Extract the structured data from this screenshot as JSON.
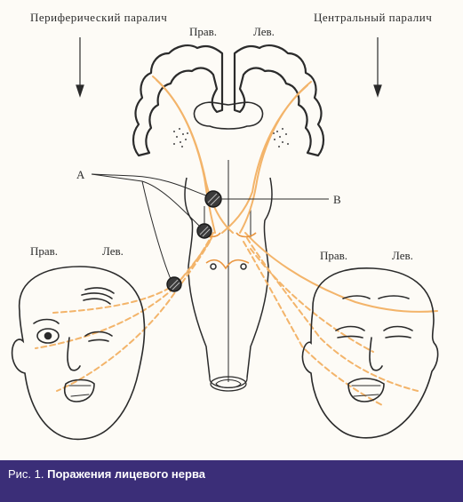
{
  "labels": {
    "peripheral": "Периферический паралич",
    "central": "Центральный паралич",
    "brain_right": "Прав.",
    "brain_left": "Лев.",
    "face_left_right": "Прав.",
    "face_left_left": "Лев.",
    "face_right_right": "Прав.",
    "face_right_left": "Лев.",
    "marker_a": "А",
    "marker_b": "В"
  },
  "caption": {
    "number": "Рис. 1.",
    "title": "Поражения лицевого нерва"
  },
  "colors": {
    "nerve": "#f3b46a",
    "nerve_dark": "#e9953f",
    "ink": "#2b2b2b",
    "caption_bg": "#3b2e78"
  }
}
